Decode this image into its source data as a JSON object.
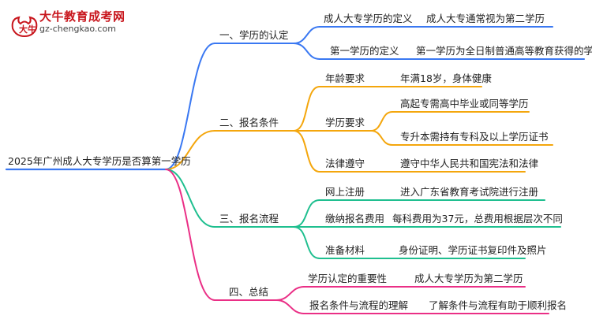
{
  "logo": {
    "title": "大牛教育成考网",
    "url": "gz-chengkao.com"
  },
  "root": "2025年广州成人大专学历是否算第一学历",
  "branches": [
    {
      "label": "一、学历的认定",
      "color": "#3a78f2",
      "items": [
        {
          "label": "成人大专学历的定义",
          "detail": "成人大专通常视为第二学历"
        },
        {
          "label": "第一学历的定义",
          "detail": "第一学历为全日制普通高等教育获得的学历"
        }
      ]
    },
    {
      "label": "二、报名条件",
      "color": "#f4a60c",
      "items": [
        {
          "label": "年龄要求",
          "details": [
            "年满18岁，身体健康"
          ]
        },
        {
          "label": "学历要求",
          "details": [
            "高起专需高中毕业或同等学历",
            "专升本需持有专科及以上学历证书"
          ]
        },
        {
          "label": "法律遵守",
          "details": [
            "遵守中华人民共和国宪法和法律"
          ]
        }
      ]
    },
    {
      "label": "三、报名流程",
      "color": "#1fbf8f",
      "items": [
        {
          "label": "网上注册",
          "detail": "进入广东省教育考试院进行注册"
        },
        {
          "label": "缴纳报名费用",
          "detail": "每科费用为37元，总费用根据层次不同"
        },
        {
          "label": "准备材料",
          "detail": "身份证明、学历证书复印件及照片"
        }
      ]
    },
    {
      "label": "四、总结",
      "color": "#ea2f86",
      "items": [
        {
          "label": "学历认定的重要性",
          "detail": "成人大专学历为第二学历"
        },
        {
          "label": "报名条件与流程的理解",
          "detail": "了解条件与流程有助于顺利报名"
        }
      ]
    }
  ]
}
